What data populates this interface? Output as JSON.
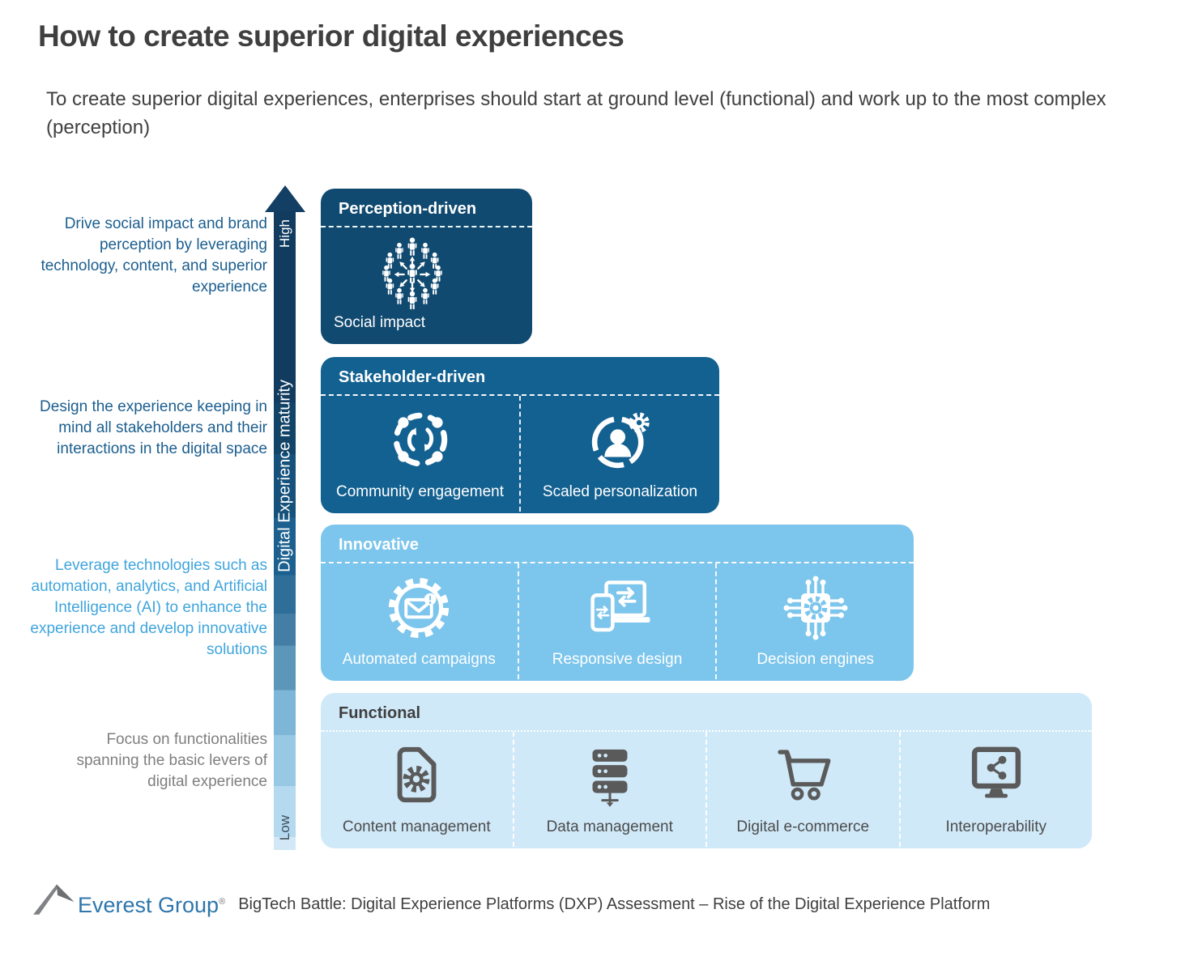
{
  "page": {
    "title": "How to create superior digital experiences",
    "subtitle": "To create superior digital experiences, enterprises should start at ground level (functional) and work up to the most complex (perception)"
  },
  "axis": {
    "title": "Digital Experience maturity",
    "high_label": "High",
    "low_label": "Low"
  },
  "levels": [
    {
      "id": "perception",
      "title": "Perception-driven",
      "description": "Drive social impact and brand perception by leveraging technology, content, and superior experience",
      "items": [
        {
          "label": "Social impact",
          "icon": "social-impact-icon"
        }
      ]
    },
    {
      "id": "stakeholder",
      "title": "Stakeholder-driven",
      "description": "Design the experience keeping in mind all stakeholders and their interactions in the digital space",
      "items": [
        {
          "label": "Community engagement",
          "icon": "community-engagement-icon"
        },
        {
          "label": "Scaled personalization",
          "icon": "scaled-personalization-icon"
        }
      ]
    },
    {
      "id": "innovative",
      "title": "Innovative",
      "description": "Leverage technologies such as automation, analytics, and Artificial Intelligence (AI) to enhance the experience and develop innovative solutions",
      "items": [
        {
          "label": "Automated campaigns",
          "icon": "automated-campaigns-icon"
        },
        {
          "label": "Responsive design",
          "icon": "responsive-design-icon"
        },
        {
          "label": "Decision engines",
          "icon": "decision-engines-icon"
        }
      ]
    },
    {
      "id": "functional",
      "title": "Functional",
      "description": "Focus on functionalities spanning the basic levers of digital experience",
      "items": [
        {
          "label": "Content management",
          "icon": "content-management-icon"
        },
        {
          "label": "Data management",
          "icon": "data-management-icon"
        },
        {
          "label": "Digital e-commerce",
          "icon": "shopping-cart-icon"
        },
        {
          "label": "Interoperability",
          "icon": "interoperability-icon"
        }
      ]
    }
  ],
  "palette": {
    "perception_bg": "#114a70",
    "stakeholder_bg": "#136191",
    "innovative_bg": "#7cc5ec",
    "functional_bg": "#d0e9f8",
    "perception_desc_text": "#1b5e8e",
    "stakeholder_desc_text": "#1b5e8e",
    "innovative_desc_text": "#3fa5dd",
    "functional_desc_text": "#7f7f7f",
    "title_text": "#3f3f3f",
    "brand_blue": "#2e76ab"
  },
  "footer": {
    "brand": "Everest Group",
    "reg": "®",
    "source": "BigTech Battle: Digital Experience Platforms (DXP) Assessment – Rise of the Digital Experience Platform"
  }
}
